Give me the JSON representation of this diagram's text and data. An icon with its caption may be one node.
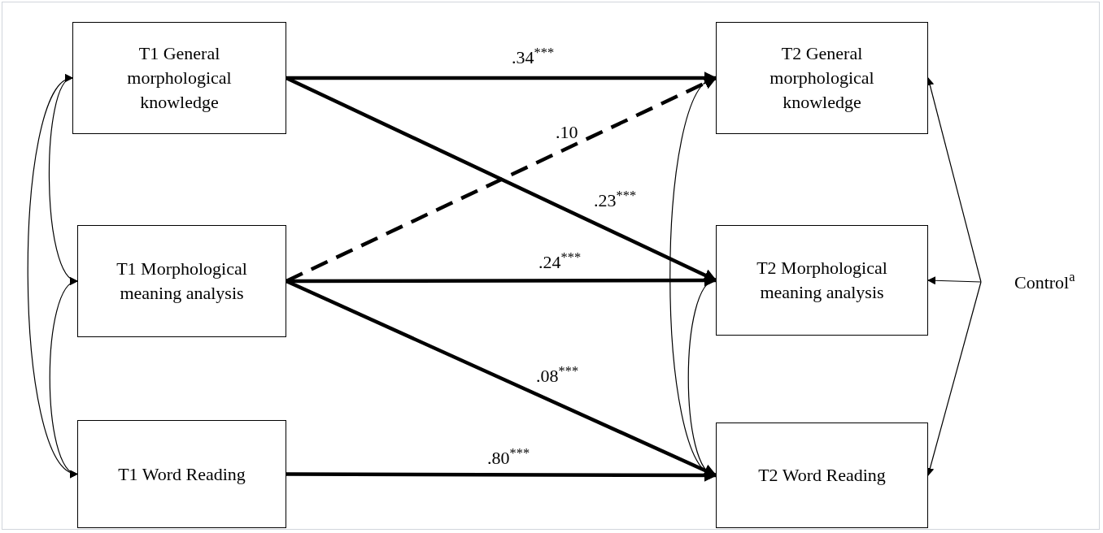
{
  "diagram": {
    "nodes": [
      {
        "text": [
          "T1 General morphological knowledge"
        ]
      },
      {
        "text": [
          "T1 Morphological meaning analysis"
        ]
      },
      {
        "text": [
          "T1 Word Reading"
        ]
      },
      {
        "text": [
          "T2 General morphological knowledge"
        ]
      },
      {
        "text": [
          "T2 Morphological meaning analysis"
        ]
      },
      {
        "text": [
          "T2 Word Reading"
        ]
      },
      {
        "text": [
          "Control$^{a}$"
        ]
      }
    ],
    "edges": [
      {
        "from": 0,
        "to": 3,
        "arrow": "to",
        "label": ".34$^{***}$",
        "style": "thick"
      },
      {
        "from": 1,
        "to": 3,
        "arrow": "to",
        "label": ".10",
        "style": "dashed"
      },
      {
        "from": 0,
        "to": 4,
        "arrow": "to",
        "label": ".23$^{***}$",
        "style": "thick"
      },
      {
        "from": 1,
        "to": 4,
        "arrow": "to",
        "label": ".24$^{***}$",
        "style": "thick"
      },
      {
        "from": 1,
        "to": 5,
        "arrow": "to",
        "label": ".08$^{***}$",
        "style": "thick"
      },
      {
        "from": 2,
        "to": 5,
        "arrow": "to",
        "label": ".80$^{***}$",
        "style": "thick"
      },
      {
        "from": 0,
        "to": 1,
        "arrow": "both"
      },
      {
        "from": 1,
        "to": 2,
        "arrow": "both"
      },
      {
        "from": 0,
        "to": 2,
        "arrow": "both"
      },
      {
        "from": 3,
        "to": 5,
        "arrow": "both"
      },
      {
        "from": 4,
        "to": 5,
        "arrow": "both"
      },
      {
        "from": 6,
        "to": 3,
        "arrow": "to"
      },
      {
        "from": 6,
        "to": 4,
        "arrow": "to"
      },
      {
        "from": 6,
        "to": 5,
        "arrow": "to"
      }
    ]
  }
}
